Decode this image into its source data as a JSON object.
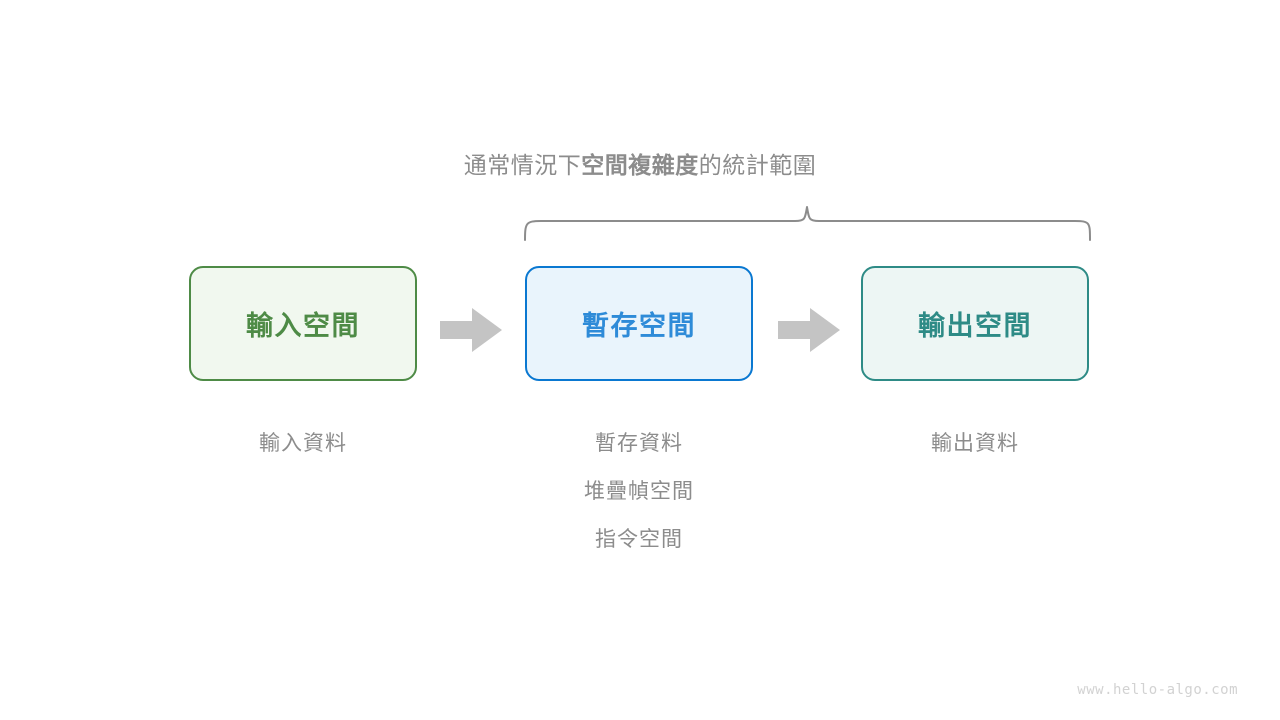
{
  "brace": {
    "caption_prefix": "通常情況下",
    "caption_strong": "空間複雜度",
    "caption_suffix": "的統計範圍",
    "stroke_color": "#8c8c8c"
  },
  "flow": {
    "boxes": [
      {
        "id": "input",
        "label": "輸入空間",
        "border_color": "#4e8b46",
        "fill_color": "#f1f8ef",
        "text_color": "#4e8b46"
      },
      {
        "id": "temp",
        "label": "暫存空間",
        "border_color": "#0a78d1",
        "fill_color": "#e9f4fc",
        "text_color": "#2e8bd8"
      },
      {
        "id": "output",
        "label": "輸出空間",
        "border_color": "#2e8b86",
        "fill_color": "#edf6f4",
        "text_color": "#2e8b86"
      }
    ],
    "arrow_color": "#c4c4c4"
  },
  "captions": {
    "text_color": "#8c8c8c",
    "input": [
      "輸入資料"
    ],
    "temp": [
      "暫存資料",
      "堆疊幀空間",
      "指令空間"
    ],
    "output": [
      "輸出資料"
    ]
  },
  "watermark": {
    "text": "www.hello-algo.com",
    "color": "#d2d2d2"
  }
}
